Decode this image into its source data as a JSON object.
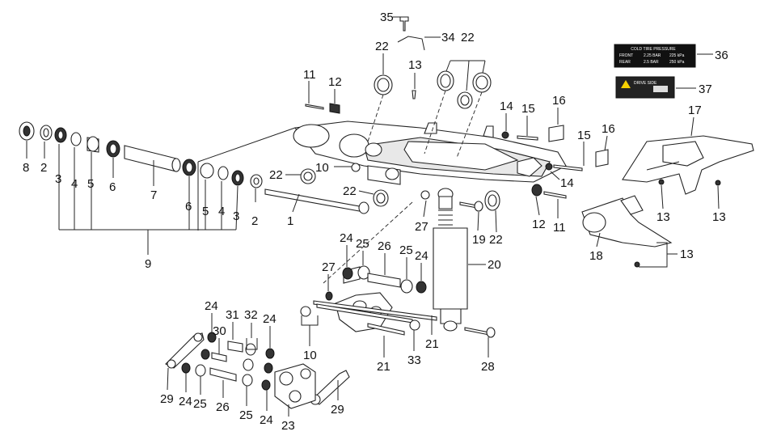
{
  "callouts": [
    {
      "id": "c35a",
      "text": "35"
    },
    {
      "id": "c34",
      "text": "34"
    },
    {
      "id": "c22a",
      "text": "22"
    },
    {
      "id": "c22b",
      "text": "22"
    },
    {
      "id": "c13a",
      "text": "13"
    },
    {
      "id": "c36",
      "text": "36"
    },
    {
      "id": "c37",
      "text": "37"
    },
    {
      "id": "c11a",
      "text": "11"
    },
    {
      "id": "c12a",
      "text": "12"
    },
    {
      "id": "c14a",
      "text": "14"
    },
    {
      "id": "c15a",
      "text": "15"
    },
    {
      "id": "c16a",
      "text": "16"
    },
    {
      "id": "c17",
      "text": "17"
    },
    {
      "id": "c16b",
      "text": "16"
    },
    {
      "id": "c15b",
      "text": "15"
    },
    {
      "id": "c14b",
      "text": "14"
    },
    {
      "id": "c8",
      "text": "8"
    },
    {
      "id": "c2a",
      "text": "2"
    },
    {
      "id": "c3a",
      "text": "3"
    },
    {
      "id": "c4a",
      "text": "4"
    },
    {
      "id": "c5a",
      "text": "5"
    },
    {
      "id": "c6a",
      "text": "6"
    },
    {
      "id": "c7",
      "text": "7"
    },
    {
      "id": "c6b",
      "text": "6"
    },
    {
      "id": "c5b",
      "text": "5"
    },
    {
      "id": "c4b",
      "text": "4"
    },
    {
      "id": "c3b",
      "text": "3"
    },
    {
      "id": "c2b",
      "text": "2"
    },
    {
      "id": "c1",
      "text": "1"
    },
    {
      "id": "c9",
      "text": "9"
    },
    {
      "id": "c22c",
      "text": "22"
    },
    {
      "id": "c10a",
      "text": "10"
    },
    {
      "id": "c22d",
      "text": "22"
    },
    {
      "id": "c27a",
      "text": "27"
    },
    {
      "id": "c19",
      "text": "19"
    },
    {
      "id": "c22e",
      "text": "22"
    },
    {
      "id": "c12b",
      "text": "12"
    },
    {
      "id": "c11b",
      "text": "11"
    },
    {
      "id": "c13b",
      "text": "13"
    },
    {
      "id": "c13c",
      "text": "13"
    },
    {
      "id": "c13d",
      "text": "13"
    },
    {
      "id": "c18",
      "text": "18"
    },
    {
      "id": "c24a",
      "text": "24"
    },
    {
      "id": "c25a",
      "text": "25"
    },
    {
      "id": "c26a",
      "text": "26"
    },
    {
      "id": "c25b",
      "text": "25"
    },
    {
      "id": "c24b",
      "text": "24"
    },
    {
      "id": "c20",
      "text": "20"
    },
    {
      "id": "c27b",
      "text": "27"
    },
    {
      "id": "c24c",
      "text": "24"
    },
    {
      "id": "c31",
      "text": "31"
    },
    {
      "id": "c32",
      "text": "32"
    },
    {
      "id": "c24d",
      "text": "24"
    },
    {
      "id": "c30",
      "text": "30"
    },
    {
      "id": "c10b",
      "text": "10"
    },
    {
      "id": "c21a",
      "text": "21"
    },
    {
      "id": "c21b",
      "text": "21"
    },
    {
      "id": "c33",
      "text": "33"
    },
    {
      "id": "c28",
      "text": "28"
    },
    {
      "id": "c29a",
      "text": "29"
    },
    {
      "id": "c24e",
      "text": "24"
    },
    {
      "id": "c25c",
      "text": "25"
    },
    {
      "id": "c26b",
      "text": "26"
    },
    {
      "id": "c25d",
      "text": "25"
    },
    {
      "id": "c24f",
      "text": "24"
    },
    {
      "id": "c23",
      "text": "23"
    },
    {
      "id": "c29b",
      "text": "29"
    }
  ],
  "tire_label": {
    "title": "COLD TIRE PRESSURE",
    "rows": [
      [
        "FRONT",
        "2.25 BAR",
        "225 kPa"
      ],
      [
        "REAR",
        "2.5 BAR",
        "250 kPa"
      ]
    ]
  },
  "drive_label": {
    "title": "DRIVE SIDE"
  }
}
